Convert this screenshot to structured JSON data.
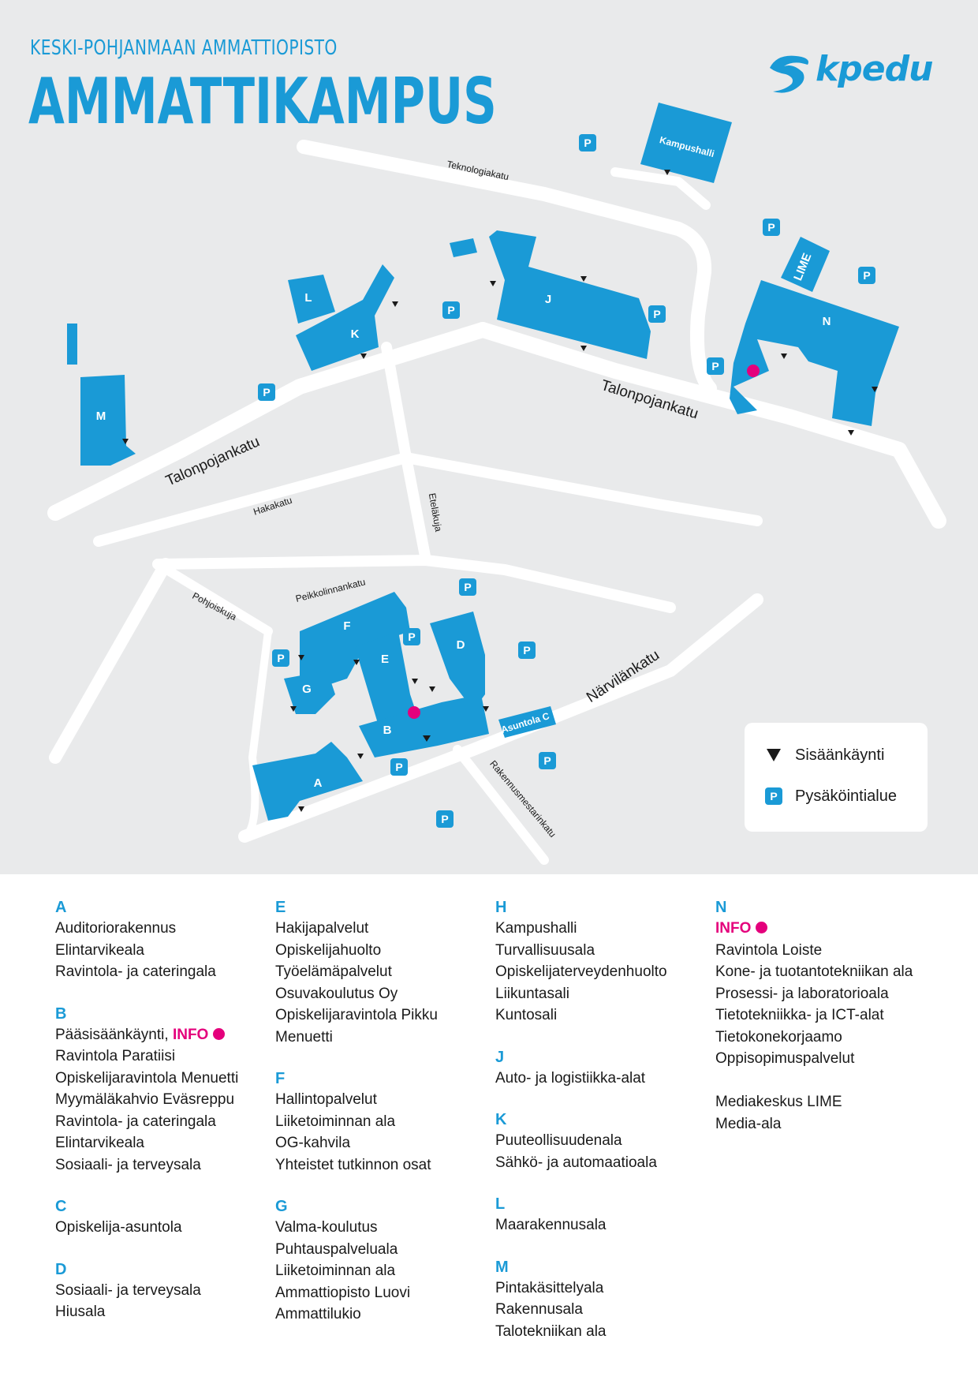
{
  "header": {
    "subtitle": "KESKI-POHJANMAAN AMMATTIOPISTO",
    "title": "AMMATTIKAMPUS",
    "logo_text": "kpedu"
  },
  "map": {
    "streets": {
      "teknologiakatu": "Teknologiakatu",
      "talonpojankatu_east": "Talonpojankatu",
      "talonpojankatu_west": "Talonpojankatu",
      "hakakatu": "Hakakatu",
      "etelakuja": "Eteläkuja",
      "peikkolinnankatu": "Peikkolinnankatu",
      "pohjoiskuja": "Pohjoiskuja",
      "narvilankatu": "Närvilänkatu",
      "rakennusmestarinkatu": "Rakennusmestarinkatu"
    },
    "buildings": {
      "kampushalli": "Kampushalli",
      "lime": "LIME",
      "n": "N",
      "j": "J",
      "k": "K",
      "l": "L",
      "m": "M",
      "f": "F",
      "e": "E",
      "d": "D",
      "g": "G",
      "b": "B",
      "a": "A",
      "asuntola": "Asuntola C"
    },
    "parking_symbol": "P",
    "colors": {
      "building": "#1a9ad6",
      "info": "#e4007c",
      "background": "#e9eaeb",
      "road": "#ffffff"
    }
  },
  "legend": {
    "entrance_label": "Sisäänkäynti",
    "entrance_icon": "entrance-triangle-icon",
    "parking_label": "Pysäköintialue",
    "parking_icon": "parking-icon"
  },
  "directory": {
    "A": {
      "letter": "A",
      "items": [
        "Auditoriorakennus",
        "Elintarvikeala",
        "Ravintola- ja cateringala"
      ]
    },
    "B": {
      "letter": "B",
      "first_prefix": "Pääsisäänkäynti,",
      "info": "INFO",
      "items": [
        "Ravintola Paratiisi",
        "Opiskelijaravintola Menuetti",
        "Myymäläkahvio Eväsreppu",
        "Ravintola- ja cateringala",
        "Elintarvikeala",
        "Sosiaali- ja terveysala"
      ]
    },
    "C": {
      "letter": "C",
      "items": [
        "Opiskelija-asuntola"
      ]
    },
    "D": {
      "letter": "D",
      "items": [
        "Sosiaali- ja terveysala",
        "Hiusala"
      ]
    },
    "E": {
      "letter": "E",
      "items": [
        "Hakijapalvelut",
        "Opiskelijahuolto",
        "Työelämäpalvelut",
        "Osuvakoulutus Oy",
        "Opiskelijaravintola Pikku",
        "Menuetti"
      ]
    },
    "F": {
      "letter": "F",
      "items": [
        "Hallintopalvelut",
        "Liiketoiminnan ala",
        "OG-kahvila",
        "Yhteistet tutkinnon osat"
      ]
    },
    "G": {
      "letter": "G",
      "items": [
        "Valma-koulutus",
        "Puhtauspalveluala",
        "Liiketoiminnan ala",
        "Ammattiopisto Luovi",
        "Ammattilukio"
      ]
    },
    "H": {
      "letter": "H",
      "items": [
        "Kampushalli",
        "Turvallisuusala",
        "Opiskelijaterveydenhuolto",
        "Liikuntasali",
        "Kuntosali"
      ]
    },
    "J": {
      "letter": "J",
      "items": [
        "Auto- ja logistiikka-alat"
      ]
    },
    "K": {
      "letter": "K",
      "items": [
        "Puuteollisuudenala",
        "Sähkö- ja automaatioala"
      ]
    },
    "L": {
      "letter": "L",
      "items": [
        "Maarakennusala"
      ]
    },
    "M": {
      "letter": "M",
      "items": [
        "Pintakäsittelyala",
        "Rakennusala",
        "Talotekniikan ala"
      ]
    },
    "N": {
      "letter": "N",
      "info": "INFO",
      "items": [
        "Ravintola Loiste",
        "Kone- ja tuotantotekniikan ala",
        "Prosessi- ja laboratorioala",
        "Tietotekniikka- ja ICT-alat",
        "Tietokonekorjaamo",
        "Oppisopimuspalvelut"
      ],
      "items2": [
        "Mediakeskus LIME",
        "Media-ala"
      ]
    }
  }
}
